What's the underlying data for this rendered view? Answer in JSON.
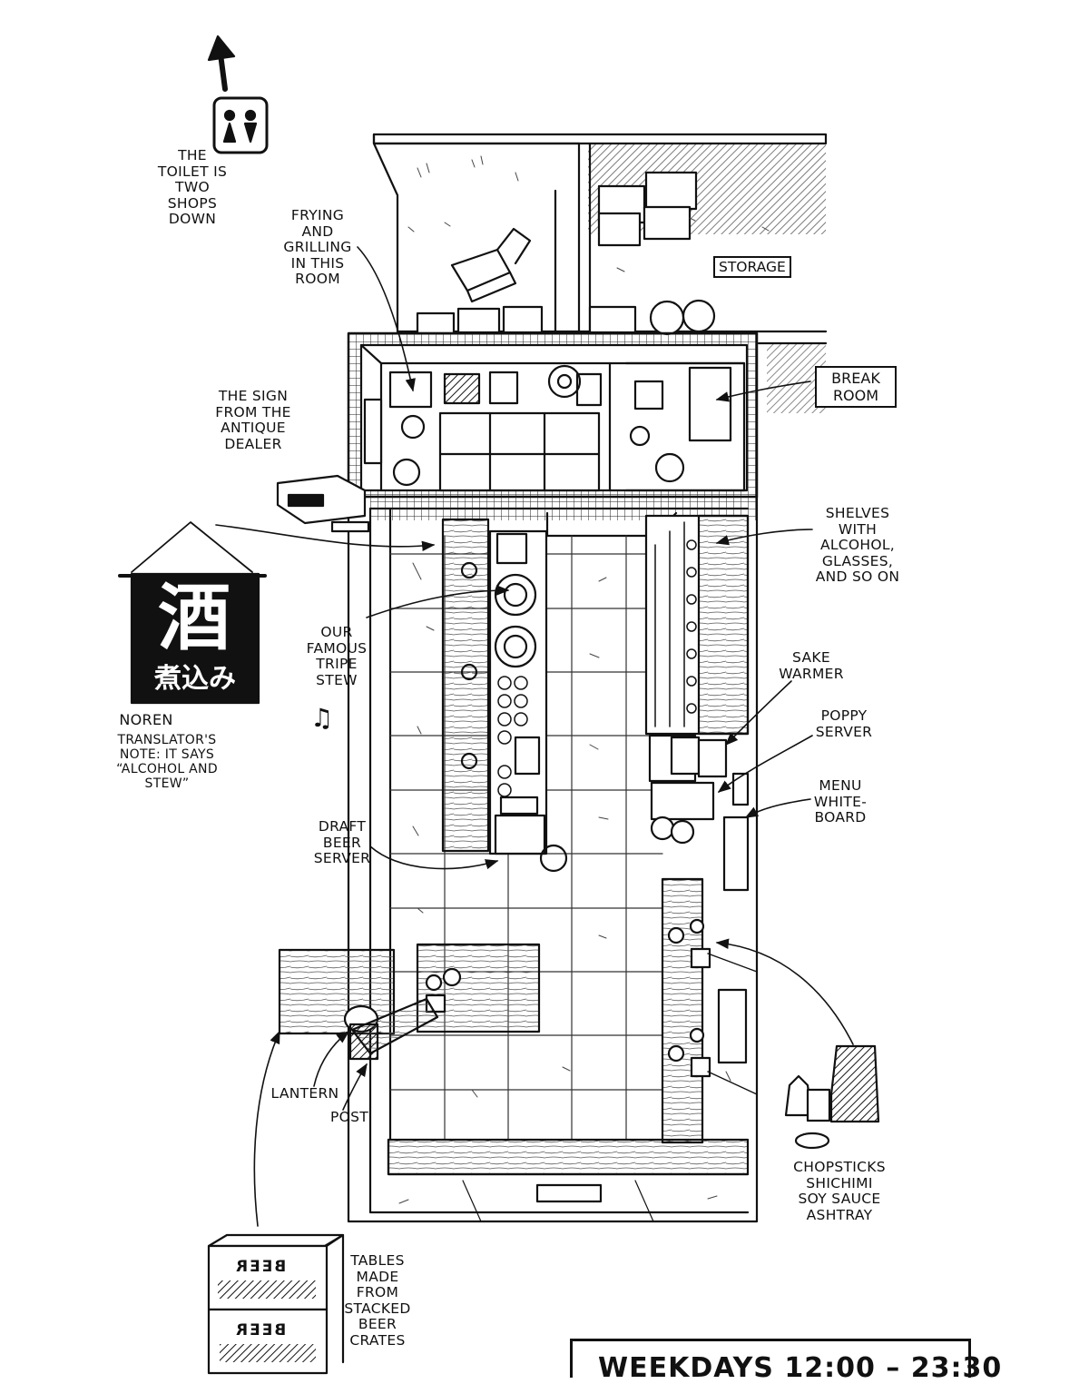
{
  "labels": {
    "toilet": "THE\nTOILET IS\nTWO\nSHOPS\nDOWN",
    "frying": "FRYING\nAND\nGRILLING\nIN THIS\nROOM",
    "storage": "STORAGE",
    "break_room": "BREAK\nROOM",
    "sign": "THE SIGN\nFROM THE\nANTIQUE\nDEALER",
    "shelves": "SHELVES\nWITH\nALCOHOL,\nGLASSES,\nAND SO ON",
    "stew": "OUR\nFAMOUS\nTRIPE\nSTEW",
    "sake": "SAKE\nWARMER",
    "poppy": "POPPY\nSERVER",
    "menu": "MENU\nWHITE-\nBOARD",
    "noren": "NOREN",
    "translator_note": "TRANSLATOR'S\nNOTE: IT SAYS\n“ALCOHOL AND\nSTEW”",
    "draft": "DRAFT\nBEER\nSERVER",
    "lantern": "LANTERN",
    "post": "POST",
    "condiments": "CHOPSTICKS\nSHICHIMI\nSOY SAUCE\nASHTRAY",
    "tables": "TABLES\nMADE\nFROM\nSTACKED\nBEER\nCRATES"
  },
  "noren_text": {
    "main": "酒",
    "sub": "煮込み"
  },
  "crate_text": "BEER",
  "music_note": "♫",
  "hours_text": "WEEKDAYS 12:00 – 23:30"
}
